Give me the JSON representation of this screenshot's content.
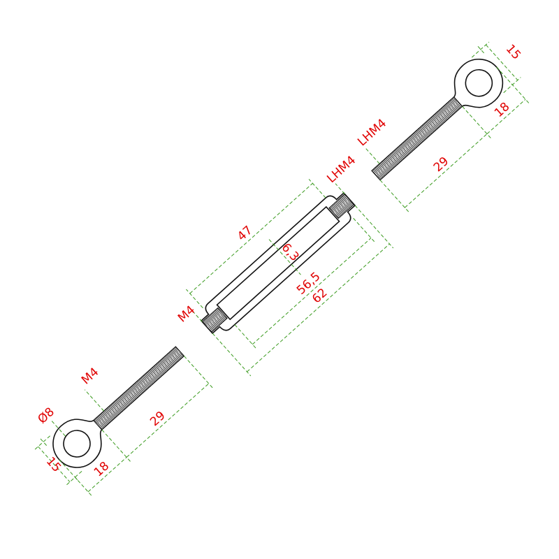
{
  "colors": {
    "part": "#111111",
    "dimension": "#3a9a1e",
    "label": "#e00000"
  },
  "labels": {
    "top_eye_width": "15",
    "top_eye_length": "18",
    "top_thread": "LHM4",
    "top_thread_length": "29",
    "turnbuckle_left_thread_hand": "LHM4",
    "turnbuckle_slot": "47",
    "turnbuckle_width": "6,3",
    "turnbuckle_inner": "56,5",
    "turnbuckle_total": "62",
    "turnbuckle_right_thread": "M4",
    "bottom_thread": "M4",
    "bottom_eye_hole": "Ø8",
    "bottom_thread_length": "29",
    "bottom_eye_length": "18",
    "bottom_eye_width": "15"
  }
}
